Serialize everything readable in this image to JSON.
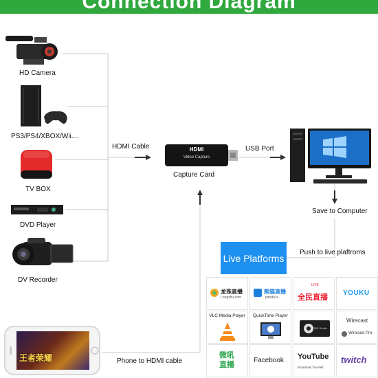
{
  "title": "Connection Diagram",
  "colors": {
    "banner": "#2fa83e",
    "live_box": "#1e90f0",
    "wire": "#c8c8c8",
    "arrow": "#333333"
  },
  "sources": [
    {
      "label": "HD Camera",
      "icon": "camcorder-icon"
    },
    {
      "label": "PS3/PS4/XBOX/Wii....",
      "icon": "game-console-icon"
    },
    {
      "label": "TV BOX",
      "icon": "tv-box-icon"
    },
    {
      "label": "DVD Player",
      "icon": "dvd-player-icon"
    },
    {
      "label": "DV Recorder",
      "icon": "dv-recorder-icon"
    }
  ],
  "hdmi_cable_label": "HDMI Cable",
  "capture_card": {
    "label": "Capture Card",
    "brand": "HDMI",
    "subtitle": "Video Capture"
  },
  "usb_port_label": "USB Port",
  "computer_label": "Save to Computer",
  "push_label": "Push to live plaftroms",
  "live_platforms_label": "Live Platforms",
  "phone_label": "Phone to HDMI cable",
  "phone_game_text": "王者荣耀",
  "platforms": [
    {
      "name": "龙珠直播",
      "sub": "Longzhu.com"
    },
    {
      "name": "熊猫直播",
      "sub": "panda.tv"
    },
    {
      "name": "全民直播",
      "sub": "LIVE"
    },
    {
      "name": "YOUKU"
    },
    {
      "name": "VLC Media Player"
    },
    {
      "name": "QuickTime Player"
    },
    {
      "name": "OBS Studio"
    },
    {
      "name": "Wirecast",
      "sub": "Wirecast Pro"
    },
    {
      "name": "微吼直播"
    },
    {
      "name": "Facebook"
    },
    {
      "name": "YouTube",
      "sub": "Broadcast Yourself"
    },
    {
      "name": "twitch"
    }
  ]
}
